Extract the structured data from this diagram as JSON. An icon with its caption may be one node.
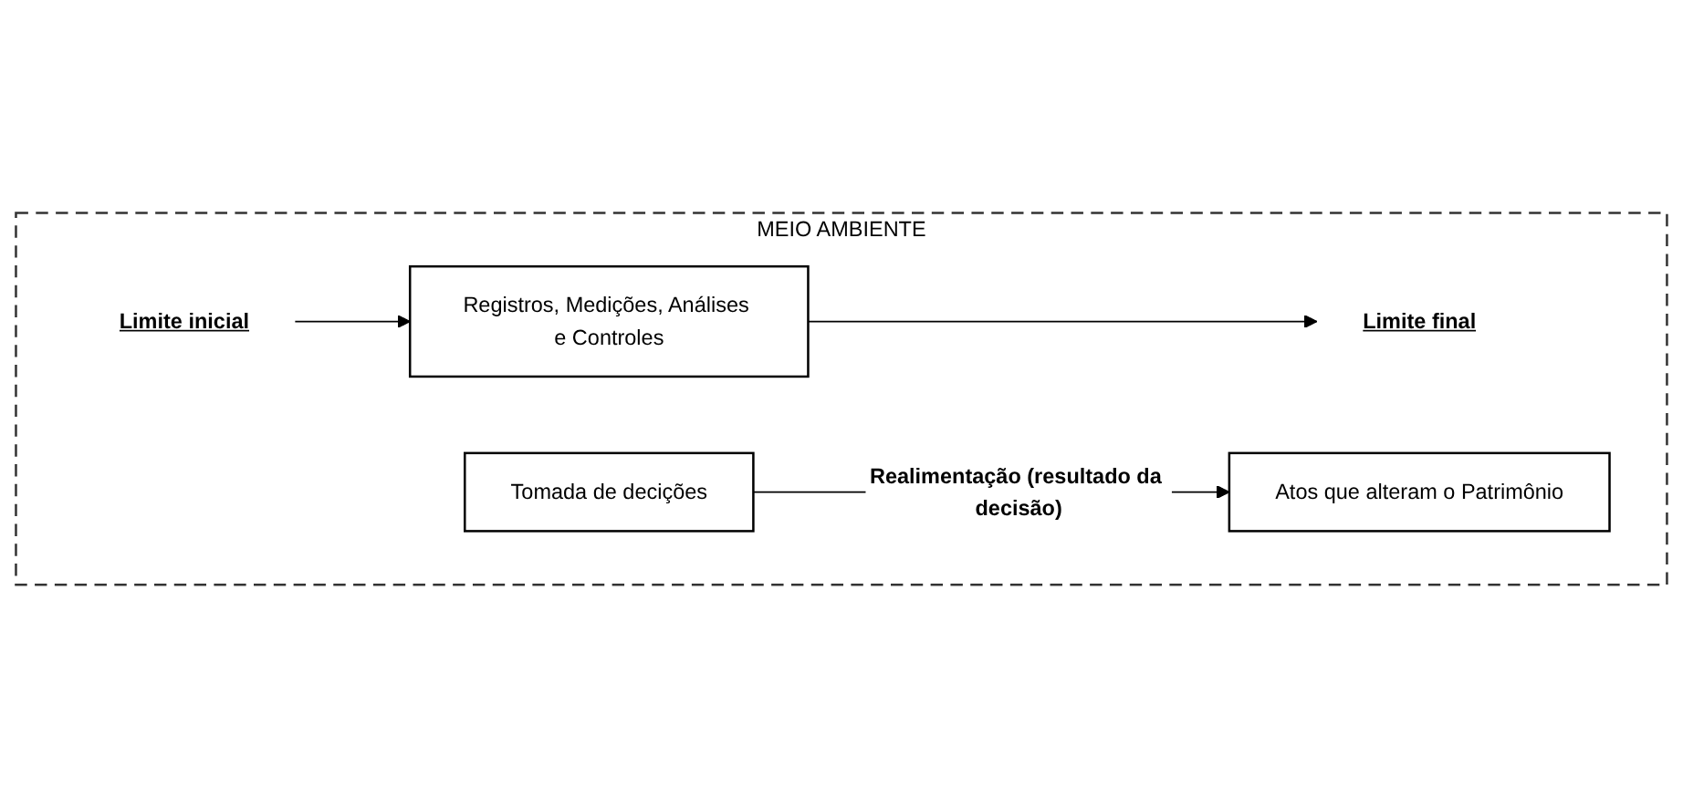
{
  "diagram": {
    "nodes": [
      {
        "text": [
          "MEIO AMBIENTE"
        ]
      },
      {
        "text": [
          "Limite inicial"
        ],
        "in": 0
      },
      {
        "text": [
          "Registros, Medições, Análises e Controles"
        ],
        "in": 0
      },
      {
        "text": [
          "Limite final"
        ],
        "in": 0
      },
      {
        "text": [
          "Atos que alteram o Patrimônio"
        ],
        "in": 0
      },
      {
        "text": [
          "Tomada de decições"
        ],
        "in": 0
      }
    ],
    "edges": [
      {
        "from": 1,
        "to": 2,
        "arrow": "to"
      },
      {
        "from": 2,
        "to": 3,
        "arrow": "to"
      },
      {
        "from": 5,
        "to": 4,
        "arrow": "to",
        "label": "Realimentação (resultado da decisão)"
      }
    ]
  }
}
